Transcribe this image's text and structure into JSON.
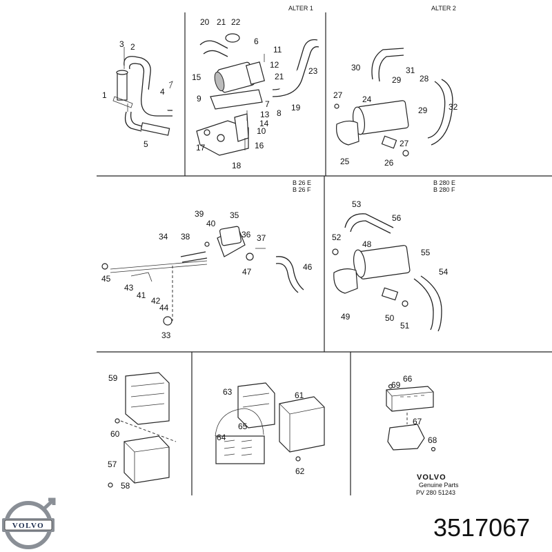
{
  "headers": {
    "alter1": "ALTER 1",
    "alter2": "ALTER 2",
    "b26_line1": "B 26 E",
    "b26_line2": "B 26 F",
    "b280_line1": "B 280 E",
    "b280_line2": "B 280 F"
  },
  "brand_box": {
    "volvo": "VOLVO",
    "genuine": "Genuine Parts",
    "code": "PV 280 51243"
  },
  "logo_text": "VOLVO",
  "part_number": "3517067",
  "callouts": {
    "c1": "1",
    "c2": "2",
    "c3": "3",
    "c4": "4",
    "c5": "5",
    "c6": "6",
    "c7": "7",
    "c8": "8",
    "c9": "9",
    "c10": "10",
    "c11": "11",
    "c12": "12",
    "c13": "13",
    "c14": "14",
    "c15": "15",
    "c16": "16",
    "c17": "17",
    "c18": "18",
    "c19": "19",
    "c20": "20",
    "c21a": "21",
    "c21b": "21",
    "c22": "22",
    "c23": "23",
    "c24": "24",
    "c25": "25",
    "c26": "26",
    "c27a": "27",
    "c27b": "27",
    "c28": "28",
    "c29a": "29",
    "c29b": "29",
    "c30": "30",
    "c31": "31",
    "c32": "32",
    "c33": "33",
    "c34": "34",
    "c35": "35",
    "c36": "36",
    "c37": "37",
    "c38": "38",
    "c39": "39",
    "c40": "40",
    "c41": "41",
    "c42": "42",
    "c43": "43",
    "c44": "44",
    "c45": "45",
    "c46": "46",
    "c47": "47",
    "c48": "48",
    "c49": "49",
    "c50": "50",
    "c51": "51",
    "c52": "52",
    "c53": "53",
    "c54": "54",
    "c55": "55",
    "c56": "56",
    "c57": "57",
    "c58": "58",
    "c59": "59",
    "c60": "60",
    "c61": "61",
    "c62": "62",
    "c63": "63",
    "c64": "64",
    "c65": "65",
    "c66": "66",
    "c67": "67",
    "c68": "68",
    "c69": "69"
  }
}
